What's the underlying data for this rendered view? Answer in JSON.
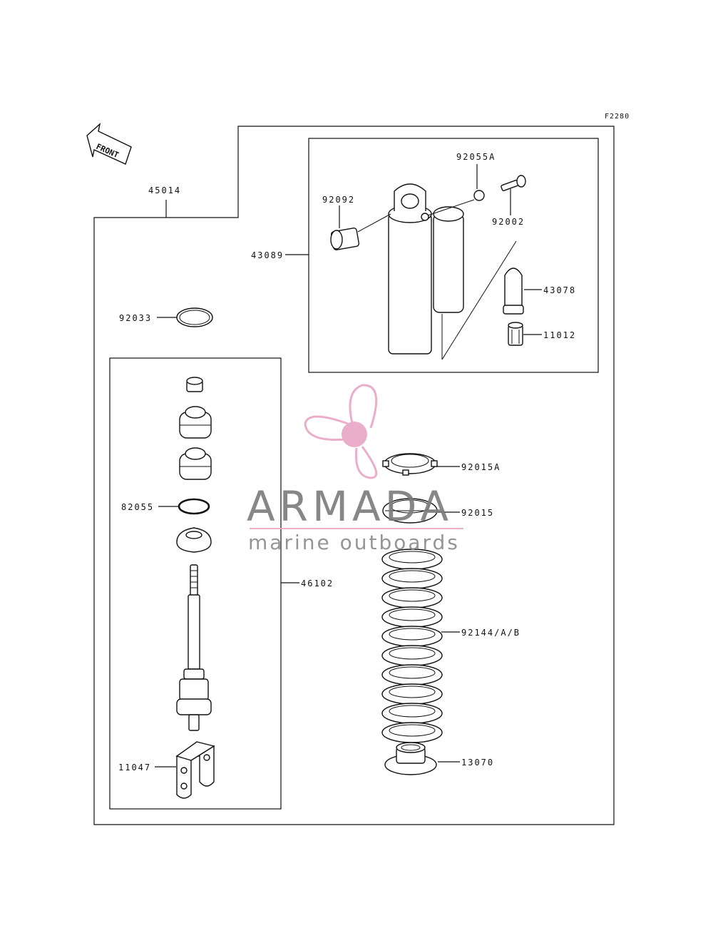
{
  "diagram_code": "F2280",
  "front_label": "FRONT",
  "watermark": {
    "title": "ARMADA",
    "subtitle": "marine outboards",
    "color": "#e8a6c6"
  },
  "parts": {
    "p45014": "45014",
    "p43089": "43089",
    "p92055A": "92055A",
    "p92092": "92092",
    "p92002": "92002",
    "p43078": "43078",
    "p11012": "11012",
    "p92033": "92033",
    "p82055": "82055",
    "p46102": "46102",
    "p11047": "11047",
    "p92015A": "92015A",
    "p92015": "92015",
    "p92144": "92144/A/B",
    "p13070": "13070"
  }
}
